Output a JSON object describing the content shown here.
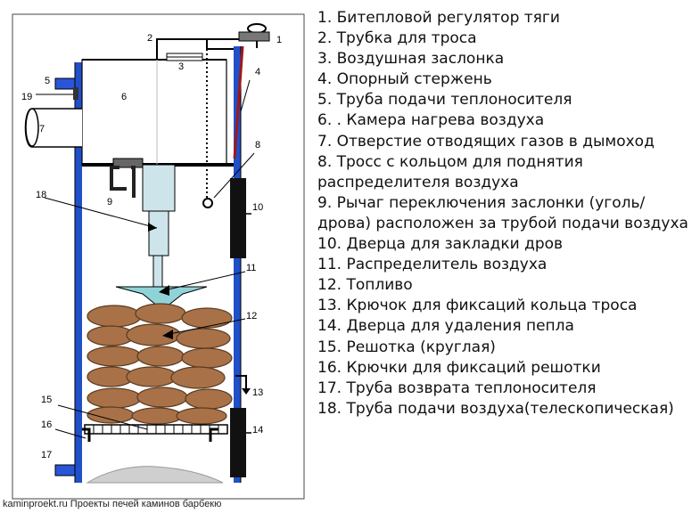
{
  "diagram": {
    "callouts": [
      "1",
      "2",
      "3",
      "4",
      "5",
      "6",
      "7",
      "8",
      "9",
      "10",
      "11",
      "12",
      "13",
      "14",
      "15",
      "16",
      "17",
      "18",
      "19"
    ],
    "colors": {
      "frame_blue": "#2050c8",
      "pipe_blue": "#2a55d6",
      "fuel_brown": "#a87148",
      "fuel_dark": "#5a3a20",
      "cylinder": "#cde4ea",
      "distributor": "#8fd3d8",
      "door": "#111111",
      "rod_red": "#a01818",
      "ash": "#cfcfcf"
    }
  },
  "legend": {
    "items": [
      "1. Битепловой регулятор тяги",
      "2. Трубка для троса",
      "3. Воздушная заслонка",
      "4. Опорный стержень",
      "5. Труба подачи теплоносителя",
      "6. . Камера нагрева воздуха",
      "7. Отверстие отводящих газов в дымоход",
      "8. Тросс с кольцом для поднятия распределителя воздуха",
      "9. Рычаг переключения заслонки (уголь/ дрова) расположен за трубой подачи воздуха",
      "10. Дверца для закладки дров",
      "11. Распределитель воздуха",
      "12. Топливо",
      "13. Крючок для фиксаций кольца троса",
      "14. Дверца для удаления пепла",
      "15. Решотка (круглая)",
      "16. Крючки для фиксаций решотки",
      "17. Труба возврата теплоносителя",
      "18. Труба подачи воздуха(телескопическая)"
    ]
  },
  "footer": {
    "text": "kaminproekt.ru Проекты печей каминов барбекю"
  }
}
